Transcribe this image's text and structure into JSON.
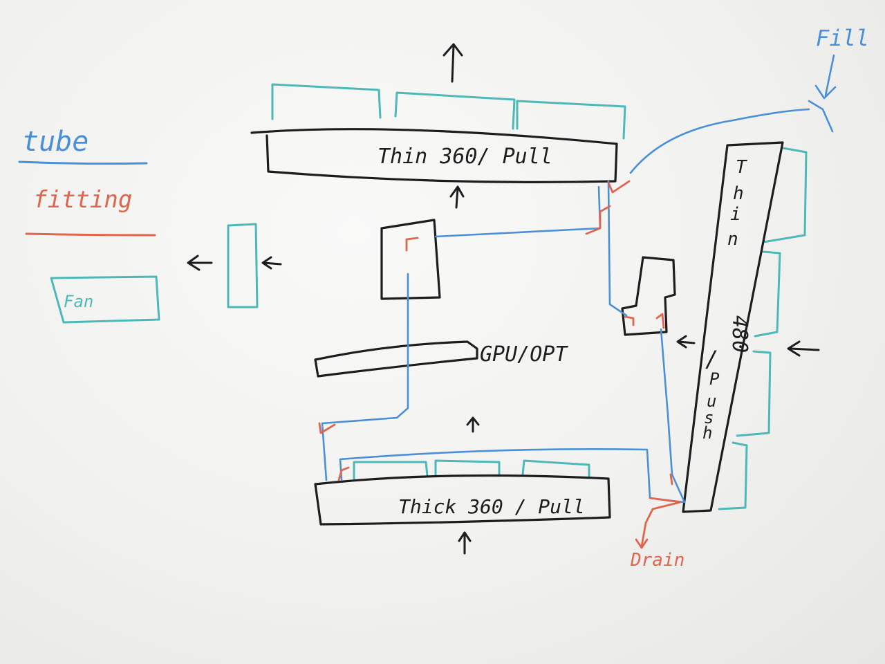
{
  "legend": {
    "tube": "tube",
    "fitting": "fitting",
    "fan": "Fan"
  },
  "components": {
    "top_radiator": "Thin 360/ Pull",
    "side_radiator": [
      "T",
      "h",
      "i",
      "n",
      "480",
      "/",
      "P",
      "u",
      "s",
      "h"
    ],
    "bottom_radiator": "Thick 360 / Pull",
    "gpu": "GPU/OPT"
  },
  "annotations": {
    "fill": "Fill",
    "drain": "Drain"
  },
  "colors": {
    "marker_black": "#1d1d1d",
    "tube_blue": "#4a8fd8",
    "fitting_red": "#e1644c",
    "fan_teal": "#4db8b8"
  }
}
